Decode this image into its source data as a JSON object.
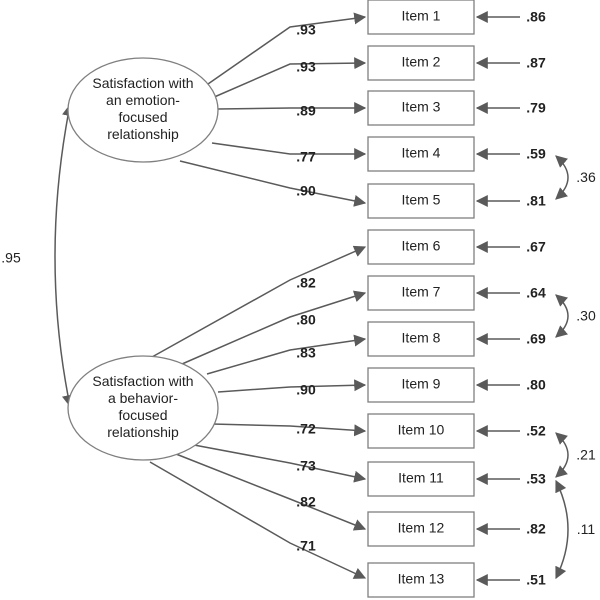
{
  "factors": [
    {
      "id": "f1",
      "lines": [
        "Satisfaction with",
        "an emotion-",
        "focused",
        "relationship"
      ]
    },
    {
      "id": "f2",
      "lines": [
        "Satisfaction with",
        "a behavior-",
        "focused",
        "relationship"
      ]
    }
  ],
  "factor_correlation": ".95",
  "items": [
    {
      "label": "Item 1",
      "factor": 0,
      "loading": ".93",
      "error": ".86"
    },
    {
      "label": "Item 2",
      "factor": 0,
      "loading": ".93",
      "error": ".87"
    },
    {
      "label": "Item 3",
      "factor": 0,
      "loading": ".89",
      "error": ".79"
    },
    {
      "label": "Item 4",
      "factor": 0,
      "loading": ".77",
      "error": ".59"
    },
    {
      "label": "Item 5",
      "factor": 0,
      "loading": ".90",
      "error": ".81"
    },
    {
      "label": "Item 6",
      "factor": 1,
      "loading": ".82",
      "error": ".67"
    },
    {
      "label": "Item 7",
      "factor": 1,
      "loading": ".80",
      "error": ".64"
    },
    {
      "label": "Item 8",
      "factor": 1,
      "loading": ".83",
      "error": ".69"
    },
    {
      "label": "Item 9",
      "factor": 1,
      "loading": ".90",
      "error": ".80"
    },
    {
      "label": "Item 10",
      "factor": 1,
      "loading": ".72",
      "error": ".52"
    },
    {
      "label": "Item 11",
      "factor": 1,
      "loading": ".73",
      "error": ".53"
    },
    {
      "label": "Item 12",
      "factor": 1,
      "loading": ".82",
      "error": ".82"
    },
    {
      "label": "Item 13",
      "factor": 1,
      "loading": ".71",
      "error": ".51"
    }
  ],
  "error_covariances": [
    {
      "from": 3,
      "to": 4,
      "value": ".36"
    },
    {
      "from": 6,
      "to": 7,
      "value": ".30"
    },
    {
      "from": 9,
      "to": 10,
      "value": ".21"
    },
    {
      "from": 10,
      "to": 12,
      "value": ".11"
    }
  ],
  "colors": {
    "line": "#5a5a5a",
    "border": "#7f7f7f",
    "text": "#222222"
  }
}
